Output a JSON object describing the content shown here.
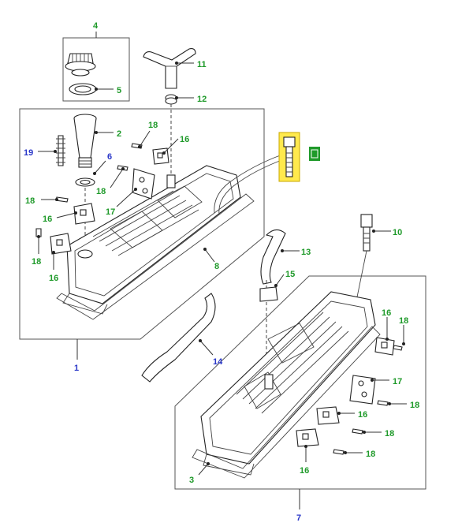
{
  "callouts": [
    {
      "id": "c4",
      "text": "4",
      "color": "green"
    },
    {
      "id": "c5",
      "text": "5",
      "color": "green"
    },
    {
      "id": "c11",
      "text": "11",
      "color": "green"
    },
    {
      "id": "c12",
      "text": "12",
      "color": "green"
    },
    {
      "id": "c2",
      "text": "2",
      "color": "green"
    },
    {
      "id": "c18a",
      "text": "18",
      "color": "green"
    },
    {
      "id": "c16a",
      "text": "16",
      "color": "green"
    },
    {
      "id": "c19",
      "text": "19",
      "color": "blue"
    },
    {
      "id": "c6",
      "text": "6",
      "color": "blue"
    },
    {
      "id": "c18b",
      "text": "18",
      "color": "green"
    },
    {
      "id": "c18c",
      "text": "18",
      "color": "green"
    },
    {
      "id": "c16b",
      "text": "16",
      "color": "green"
    },
    {
      "id": "c17a",
      "text": "17",
      "color": "green"
    },
    {
      "id": "c18d",
      "text": "18",
      "color": "green"
    },
    {
      "id": "c16c",
      "text": "16",
      "color": "green"
    },
    {
      "id": "c8",
      "text": "8",
      "color": "green"
    },
    {
      "id": "c13",
      "text": "13",
      "color": "green"
    },
    {
      "id": "c10",
      "text": "10",
      "color": "green"
    },
    {
      "id": "c15",
      "text": "15",
      "color": "green"
    },
    {
      "id": "c14",
      "text": "14",
      "color": "blue"
    },
    {
      "id": "c1",
      "text": "1",
      "color": "blue"
    },
    {
      "id": "c16d",
      "text": "16",
      "color": "green"
    },
    {
      "id": "c18e",
      "text": "18",
      "color": "green"
    },
    {
      "id": "c17b",
      "text": "17",
      "color": "green"
    },
    {
      "id": "c18f",
      "text": "18",
      "color": "green"
    },
    {
      "id": "c16e",
      "text": "16",
      "color": "green"
    },
    {
      "id": "c18g",
      "text": "18",
      "color": "green"
    },
    {
      "id": "c18h",
      "text": "18",
      "color": "green"
    },
    {
      "id": "c16f",
      "text": "16",
      "color": "green"
    },
    {
      "id": "c3",
      "text": "3",
      "color": "green"
    },
    {
      "id": "c7",
      "text": "7",
      "color": "blue"
    }
  ],
  "colors": {
    "green": "#1f9a2a",
    "blue": "#2a37c9",
    "highlight": "#ffe94d"
  }
}
